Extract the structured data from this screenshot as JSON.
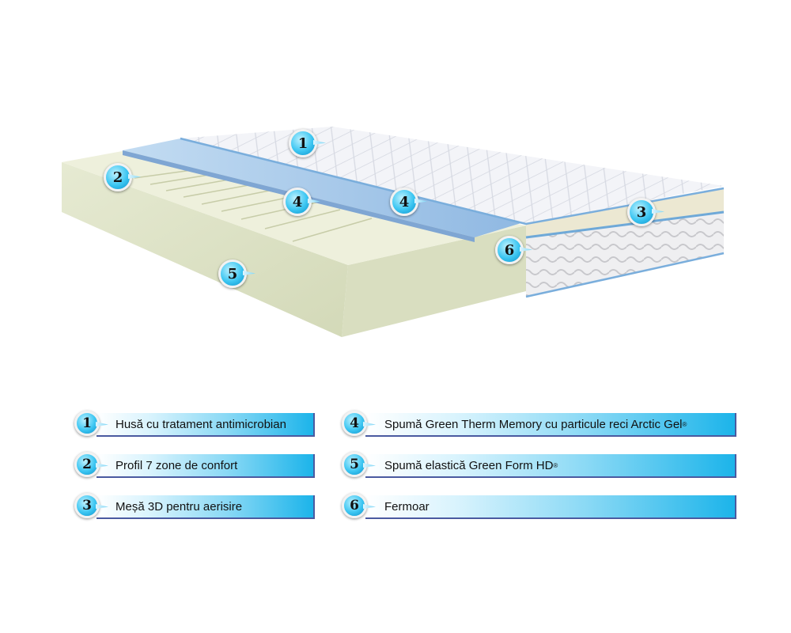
{
  "diagram": {
    "markers": [
      "1",
      "2",
      "3",
      "4",
      "4",
      "5",
      "6"
    ]
  },
  "legend": [
    {
      "number": "1",
      "label": "Husă cu tratament antimicrobian",
      "reg": ""
    },
    {
      "number": "2",
      "label": "Profil 7 zone de confort",
      "reg": ""
    },
    {
      "number": "3",
      "label": "Meșă 3D pentru aerisire",
      "reg": ""
    },
    {
      "number": "4",
      "label": "Spumă Green Therm Memory cu particule reci Arctic Gel",
      "reg": "®"
    },
    {
      "number": "5",
      "label": "Spumă elastică Green Form HD",
      "reg": "®"
    },
    {
      "number": "6",
      "label": "Fermoar",
      "reg": ""
    }
  ],
  "colors": {
    "foam": "#e4e8cf",
    "gel": "#a9c9ea",
    "cover": "#f4f5f8",
    "accent": "#1cb4ea"
  }
}
